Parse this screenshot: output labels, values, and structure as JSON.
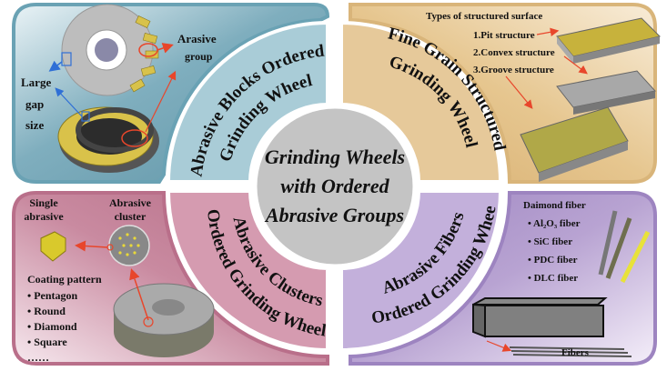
{
  "center": {
    "title_lines": [
      "Grinding Wheels",
      "with Ordered",
      "Abrasive Groups"
    ]
  },
  "quadrants": {
    "top_left": {
      "arc_title_lines": [
        "Abrasive Blocks Ordered",
        "Grinding Wheel"
      ],
      "labels": {
        "abrasive_group": [
          "Arasive",
          "group"
        ],
        "large_gap": [
          "Large",
          "gap",
          "size"
        ]
      },
      "color": "#8fb8c6"
    },
    "top_right": {
      "arc_title_lines": [
        "Fine Grain Structured",
        "Grinding Wheel"
      ],
      "heading": "Types of structured surface",
      "types": [
        "1.Pit structure",
        "2.Convex structure",
        "3.Groove structure"
      ],
      "color": "#e6c99a"
    },
    "bottom_left": {
      "arc_title_lines": [
        "Abrasive Clusters",
        "Ordered Grinding Wheel"
      ],
      "single_label": [
        "Single",
        "abrasive"
      ],
      "cluster_label": [
        "Abrasive",
        "cluster"
      ],
      "coating_heading": "Coating pattern",
      "patterns": [
        "Pentagon",
        "Round",
        "Diamond",
        "Square",
        "……"
      ],
      "color": "#c98aa0"
    },
    "bottom_right": {
      "arc_title_lines": [
        "Abrasive Fibers",
        "Ordered Grinding Wheel"
      ],
      "fiber_heading": "Daimond fiber",
      "fibers": [
        "Al₂O₃ fiber",
        "SiC fiber",
        "PDC fiber",
        "DLC fiber"
      ],
      "fibers_label": "Fibers",
      "color": "#b7a3cf"
    }
  },
  "colors": {
    "arrow_red": "#e8462b",
    "arrow_blue": "#2f6fd6",
    "abrasive_yellow": "#d9c93a",
    "center_gray": "#c4c4c4"
  }
}
